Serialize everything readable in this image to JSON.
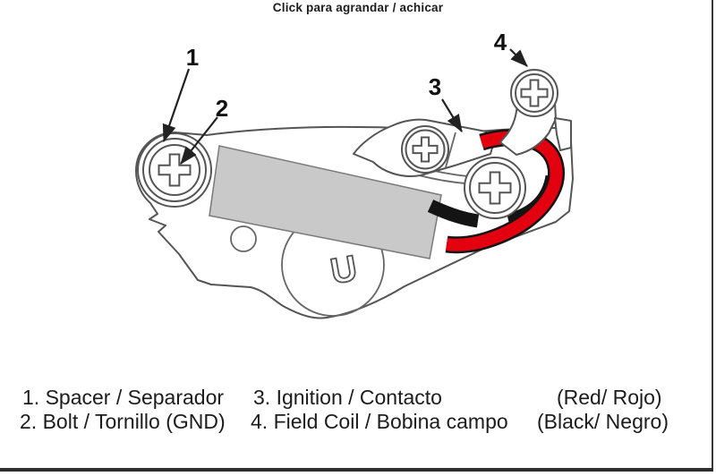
{
  "caption": "Click para agrandar / achicar",
  "legend": {
    "items": [
      {
        "text": "1. Spacer / Separador"
      },
      {
        "text": "2. Bolt / Tornillo (GND)"
      },
      {
        "text": "3. Ignition / Contacto",
        "wire": "(Red/ Rojo)"
      },
      {
        "text": "4. Field Coil / Bobina campo",
        "wire": "(Black/ Negro)"
      }
    ]
  },
  "diagram": {
    "callouts": [
      "1",
      "2",
      "3",
      "4"
    ],
    "marking": "U",
    "colors": {
      "wire_red": "#e3000f",
      "wire_black": "#141414",
      "component_gray": "#c9c9c9",
      "outline": "#555555",
      "text": "#1c1c1c"
    }
  }
}
